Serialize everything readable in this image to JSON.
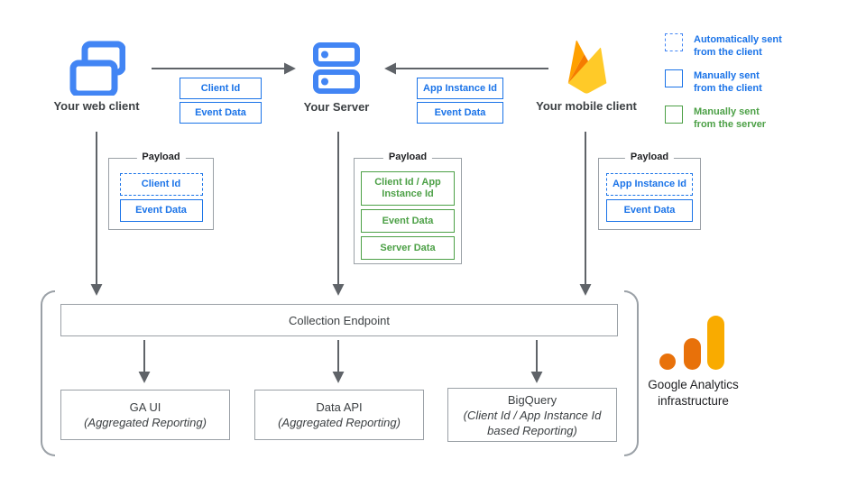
{
  "nodes": {
    "web_client": {
      "label": "Your web client"
    },
    "server": {
      "label": "Your Server"
    },
    "mobile_client": {
      "label": "Your mobile client"
    }
  },
  "edges": {
    "web_to_server": {
      "chips": [
        {
          "label": "Client Id",
          "style": "solid-blue"
        },
        {
          "label": "Event Data",
          "style": "solid-blue"
        }
      ]
    },
    "mobile_to_server": {
      "chips": [
        {
          "label": "App Instance Id",
          "style": "solid-blue"
        },
        {
          "label": "Event Data",
          "style": "solid-blue"
        }
      ]
    }
  },
  "payloads": {
    "web": {
      "title": "Payload",
      "items": [
        {
          "label": "Client Id",
          "style": "dashed-blue"
        },
        {
          "label": "Event Data",
          "style": "solid-blue"
        }
      ]
    },
    "server": {
      "title": "Payload",
      "items": [
        {
          "label": "Client Id / App Instance Id",
          "style": "solid-green"
        },
        {
          "label": "Event Data",
          "style": "solid-green"
        },
        {
          "label": "Server Data",
          "style": "solid-green"
        }
      ]
    },
    "mobile": {
      "title": "Payload",
      "items": [
        {
          "label": "App Instance Id",
          "style": "dashed-blue"
        },
        {
          "label": "Event Data",
          "style": "solid-blue"
        }
      ]
    }
  },
  "legend": {
    "items": [
      {
        "swatch": "dashed-blue",
        "line1": "Automatically sent",
        "line2": "from the client"
      },
      {
        "swatch": "solid-blue",
        "line1": "Manually sent",
        "line2": "from the client"
      },
      {
        "swatch": "solid-green",
        "line1": "Manually sent",
        "line2": "from the server"
      }
    ]
  },
  "infrastructure": {
    "endpoint_label": "Collection Endpoint",
    "outputs": [
      {
        "name": "GA UI",
        "detail": "(Aggregated Reporting)"
      },
      {
        "name": "Data API",
        "detail": "(Aggregated Reporting)"
      },
      {
        "name": "BigQuery",
        "detail": "(Client Id / App Instance Id based Reporting)"
      }
    ],
    "brand_line1": "Google Analytics",
    "brand_line2": "infrastructure"
  },
  "colors": {
    "blue_border_text": "#1A73E8",
    "icon_blue": "#4285F4",
    "green_border_text": "#4CA046",
    "gray_border": "#9AA0A6",
    "arrow": "#5F6368",
    "text": "#3C4043",
    "firebase_amber": "#FFA000",
    "firebase_orange": "#F57C00",
    "firebase_yellow": "#FFCA28",
    "ga_orange": "#E8710A",
    "ga_yellow": "#F9AB00"
  }
}
